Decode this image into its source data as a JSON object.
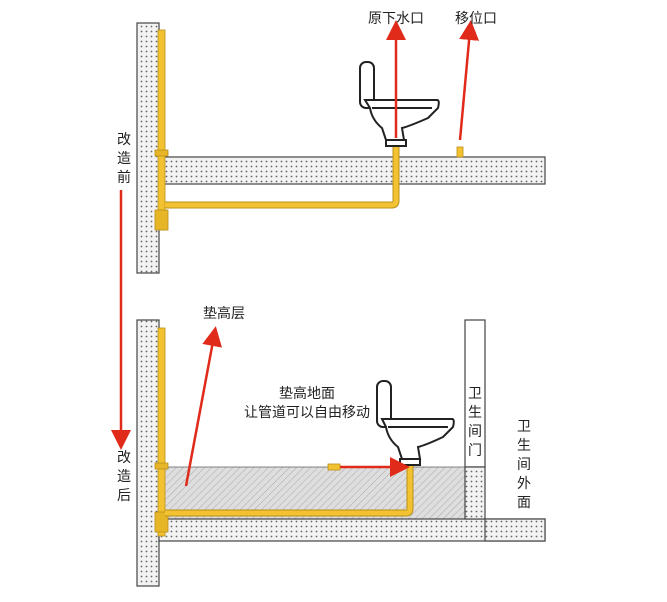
{
  "labels": {
    "before": "改造前",
    "after": "改造后",
    "original_drain": "原下水口",
    "relocated_drain": "移位口",
    "raised_layer": "垫高层",
    "raised_floor_line1": "垫高地面",
    "raised_floor_line2": "让管道可以自由移动",
    "bathroom_door": "卫生间门",
    "bathroom_outside": "卫生间外面"
  },
  "colors": {
    "pipe": "#f2c230",
    "pipe_outline": "#b8901a",
    "arrow": "#e02a1a",
    "wall_fill": "#ebebeb",
    "raised_fill": "#dcdcdc"
  }
}
